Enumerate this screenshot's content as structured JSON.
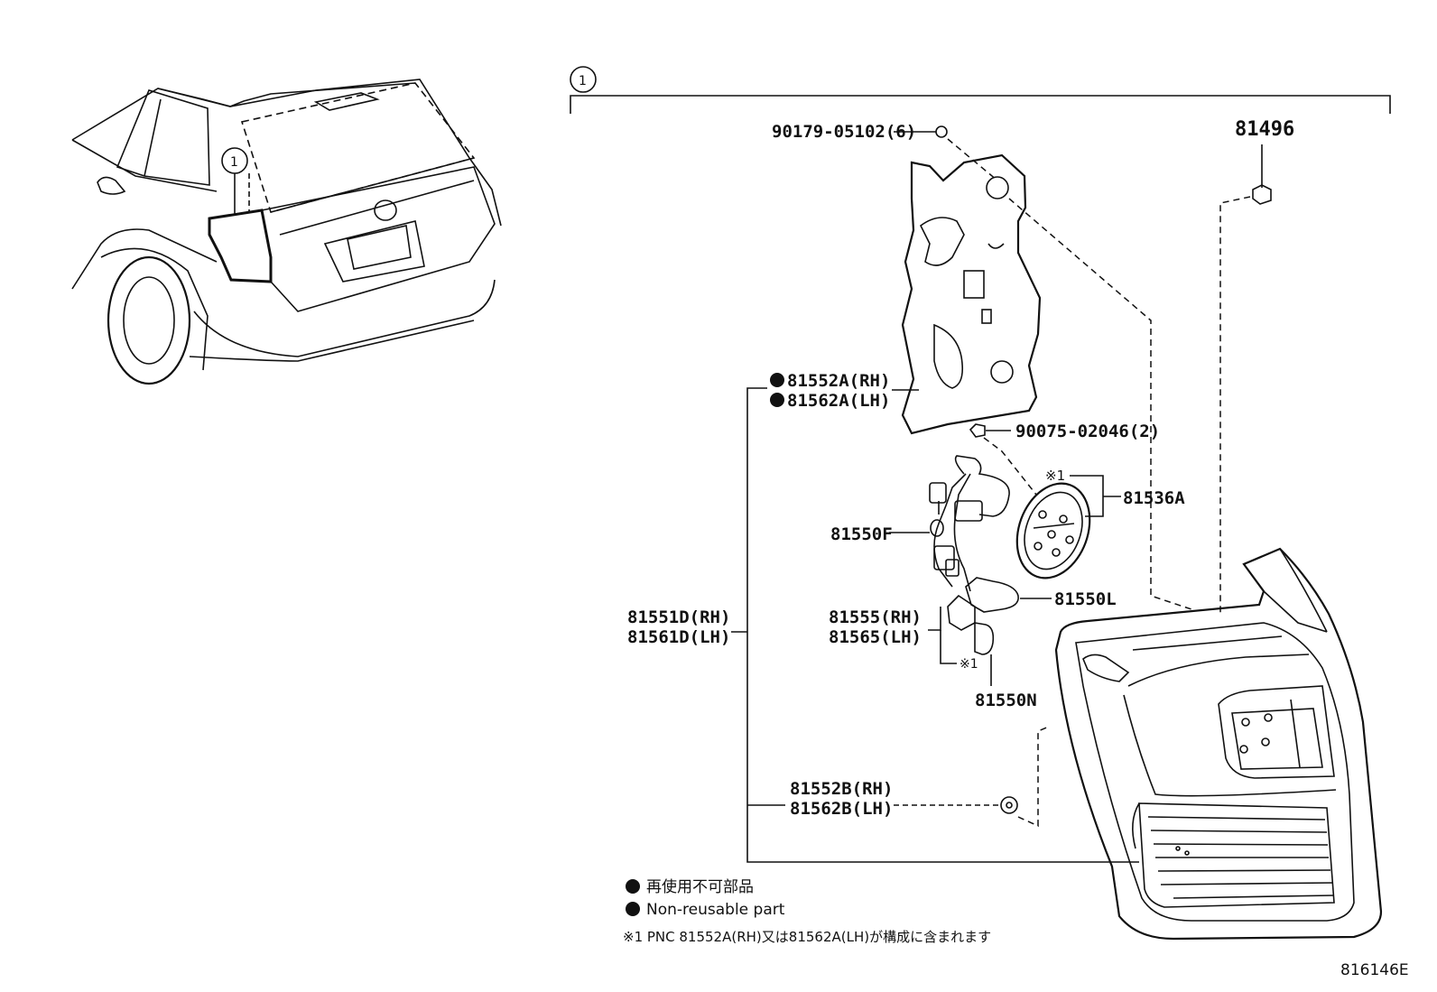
{
  "callout": "1",
  "labels": {
    "bolt": "90179-05102(6)",
    "clip": "81496",
    "gasket_rh": "81552A(RH)",
    "gasket_lh": "81562A(LH)",
    "screw": "90075-02046(2)",
    "note_mark_1": "※1",
    "led_unit": "81536A",
    "socket_f": "81550F",
    "bulb_l": "81550L",
    "lamp_rh": "81551D(RH)",
    "lamp_lh": "81561D(LH)",
    "socket_rh": "81555(RH)",
    "socket_lh": "81565(LH)",
    "note_mark_2": "※1",
    "bulb_n": "81550N",
    "cushion_rh": "81552B(RH)",
    "cushion_lh": "81562B(LH)"
  },
  "legend": {
    "jp": "再使用不可部品",
    "en": "Non-reusable part",
    "footnote": "※1 PNC 81552A(RH)又は81562A(LH)が構成に含まれます"
  },
  "diagram_id": "816146E"
}
